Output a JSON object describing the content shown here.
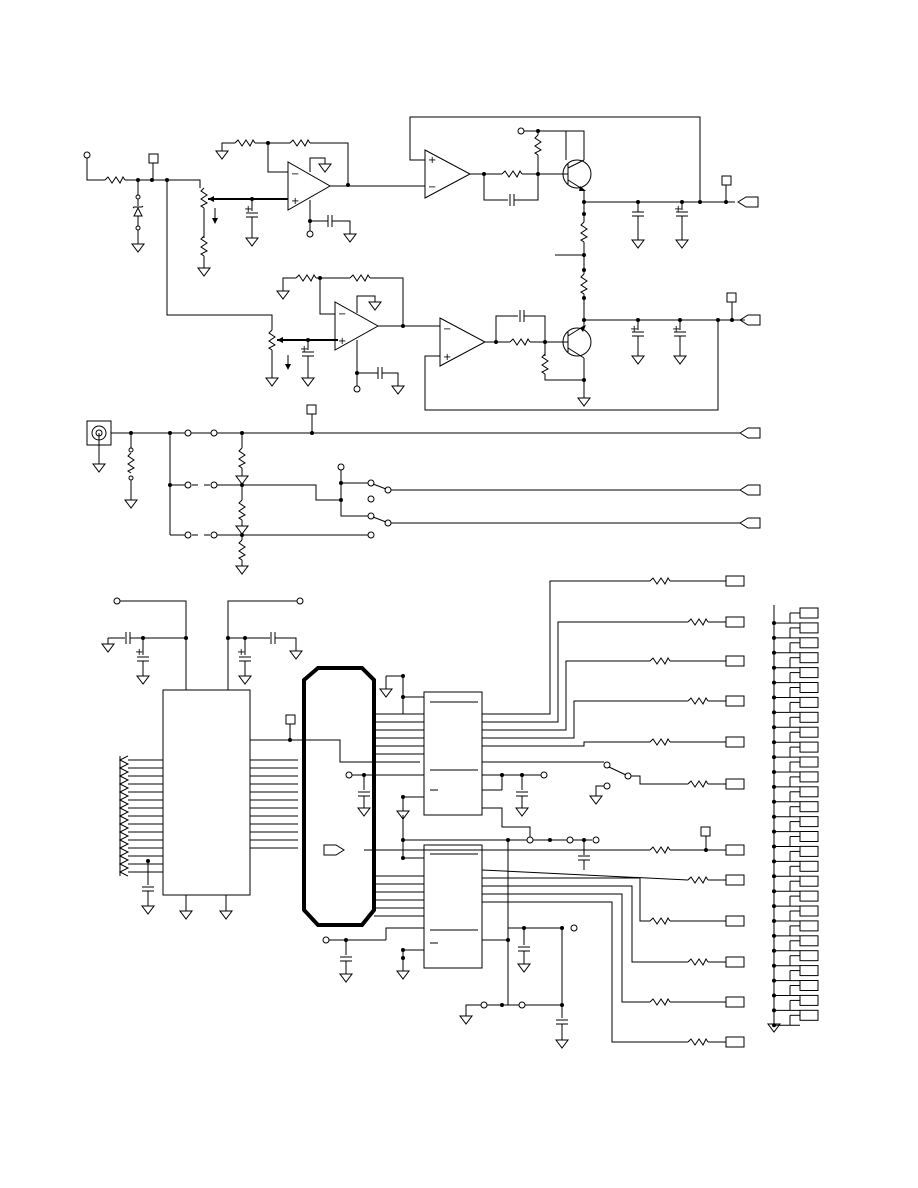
{
  "page": {
    "background": "#ffffff",
    "ink": "#000000"
  },
  "diagram": {
    "kind": "electronic-schematic",
    "sections": [
      {
        "id": "power-regulator",
        "blocks": [
          "op-amp",
          "op-amp",
          "op-amp",
          "op-amp",
          "npn-transistor",
          "pnp-transistor",
          "potentiometer",
          "potentiometer",
          "zener-diode"
        ]
      },
      {
        "id": "input-switching",
        "blocks": [
          "coax-jack",
          "resistor",
          "resistor",
          "resistor",
          "spdt-switch",
          "spdt-switch"
        ]
      },
      {
        "id": "logic-interface",
        "blocks": [
          "ic-large",
          "ribbon-bus",
          "ic-upper",
          "ic-lower",
          "connector-bank"
        ]
      }
    ],
    "text_labels": []
  },
  "icons": [
    "resistor-icon",
    "capacitor-icon",
    "ground-icon",
    "op-amp-icon",
    "transistor-icon",
    "switch-icon",
    "connector-icon",
    "test-point-icon",
    "coax-jack-icon"
  ]
}
